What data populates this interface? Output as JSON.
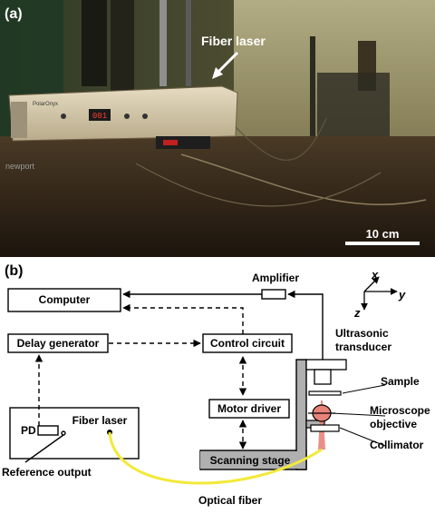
{
  "panel_a": {
    "tag": "(a)",
    "fiber_laser_label": "Fiber laser",
    "scale_bar_label": "10 cm",
    "device_brand": "PolarOnyx",
    "device_display": "001",
    "table_brand": "newport"
  },
  "panel_b": {
    "tag": "(b)",
    "boxes": {
      "computer": "Computer",
      "delay_generator": "Delay generator",
      "control_circuit": "Control circuit",
      "motor_driver": "Motor driver",
      "scanning_stage": "Scanning stage",
      "fiber_laser": "Fiber laser",
      "pd": "PD"
    },
    "labels": {
      "amplifier": "Amplifier",
      "ultrasonic_line1": "Ultrasonic",
      "ultrasonic_line2": "transducer",
      "sample": "Sample",
      "microscope_line1": "Microscope",
      "microscope_line2": "objective",
      "collimator": "Collimator",
      "reference_output": "Reference output",
      "optical_fiber": "Optical fiber"
    },
    "axes": {
      "x": "x",
      "y": "y",
      "z": "z"
    },
    "colors": {
      "fiber": "#f2e93a",
      "beam": "#e8837a",
      "stage": "#b0b0b0"
    }
  }
}
